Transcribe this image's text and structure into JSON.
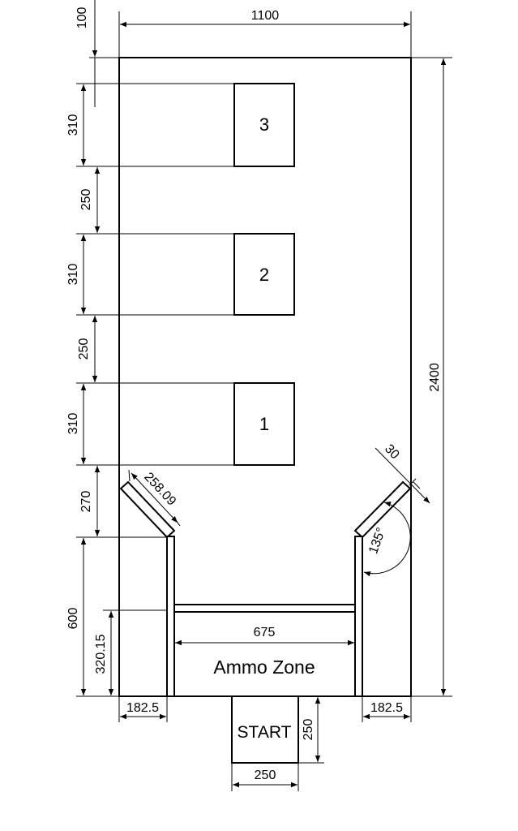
{
  "targets": [
    {
      "number": "3"
    },
    {
      "number": "2"
    },
    {
      "number": "1"
    }
  ],
  "dimensions": {
    "top_gap": "100",
    "total_width": "1100",
    "total_height": "2400",
    "target_height": "310",
    "target_gap": "250",
    "barrier_gap": "270",
    "barrier_height": "600",
    "ammo_depth": "320.15",
    "side_width_left": "182.5",
    "side_width_right": "182.5",
    "ammo_width": "675",
    "start_width": "250",
    "start_height": "250",
    "diagonal_length": "258.09",
    "diagonal_thickness": "30",
    "angle": "135°"
  },
  "zones": {
    "ammo_label": "Ammo Zone",
    "start_label": "START"
  }
}
